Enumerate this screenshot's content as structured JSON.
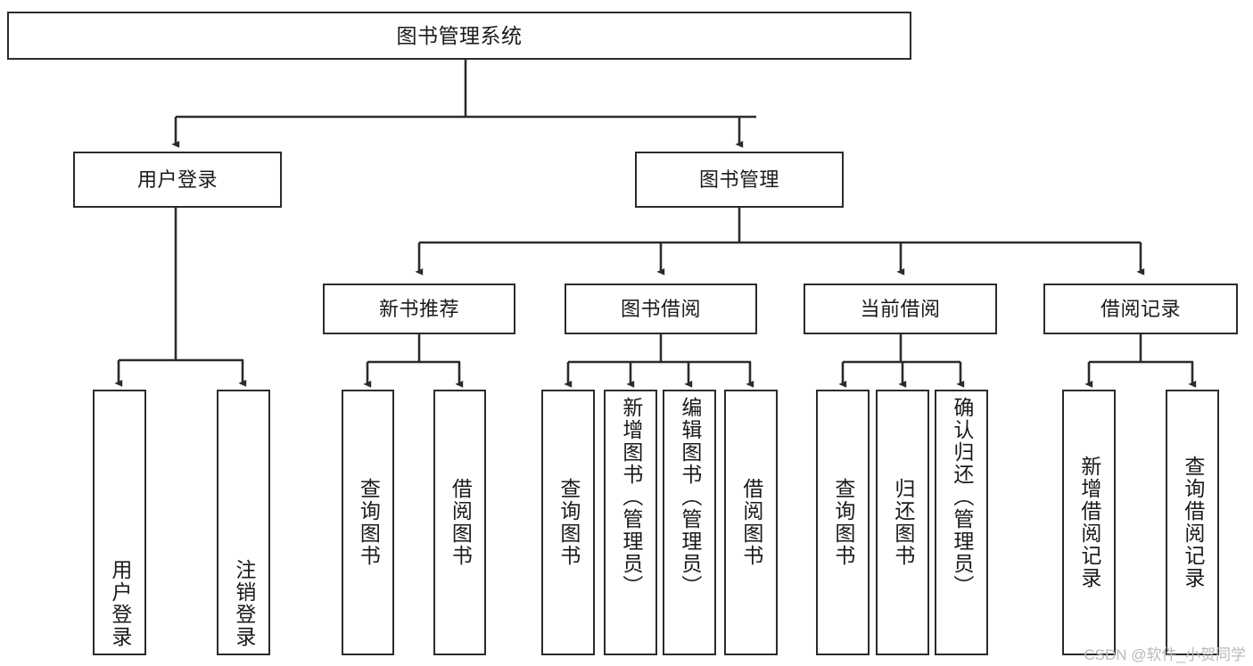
{
  "diagram": {
    "type": "tree",
    "title": "图书管理系统",
    "watermark": "CSDN @软件_小贺同学",
    "nodes": {
      "root": {
        "label": "图书管理系统"
      },
      "level2": [
        {
          "id": "user-login",
          "label": "用户登录"
        },
        {
          "id": "book-manage",
          "label": "图书管理"
        }
      ],
      "level3": [
        {
          "id": "new-book-recommend",
          "label": "新书推荐"
        },
        {
          "id": "book-borrow",
          "label": "图书借阅"
        },
        {
          "id": "current-borrow",
          "label": "当前借阅"
        },
        {
          "id": "borrow-record",
          "label": "借阅记录"
        }
      ],
      "leaves": {
        "user_login": [
          {
            "id": "leaf-user-login",
            "label": "用户登录"
          },
          {
            "id": "leaf-logout-login",
            "label": "注销登录"
          }
        ],
        "new_book_recommend": [
          {
            "id": "leaf-query-book-1",
            "label": "查询图书"
          },
          {
            "id": "leaf-borrow-book-1",
            "label": "借阅图书"
          }
        ],
        "book_borrow": [
          {
            "id": "leaf-query-book-2",
            "label": "查询图书"
          },
          {
            "id": "leaf-add-book-admin",
            "label": "新增图书（管理员）"
          },
          {
            "id": "leaf-edit-book-admin",
            "label": "编辑图书（管理员）"
          },
          {
            "id": "leaf-borrow-book-2",
            "label": "借阅图书"
          }
        ],
        "current_borrow": [
          {
            "id": "leaf-query-book-3",
            "label": "查询图书"
          },
          {
            "id": "leaf-return-book",
            "label": "归还图书"
          },
          {
            "id": "leaf-confirm-return-admin",
            "label": "确认归还（管理员）"
          }
        ],
        "borrow_record": [
          {
            "id": "leaf-add-borrow-record",
            "label": "新增借阅记录"
          },
          {
            "id": "leaf-query-borrow-record",
            "label": "查询借阅记录"
          }
        ]
      }
    },
    "colors": {
      "stroke": "#2b2b2b",
      "fill": "#ffffff",
      "text": "#1a1a1a",
      "watermark": "#b9b9b9"
    }
  }
}
